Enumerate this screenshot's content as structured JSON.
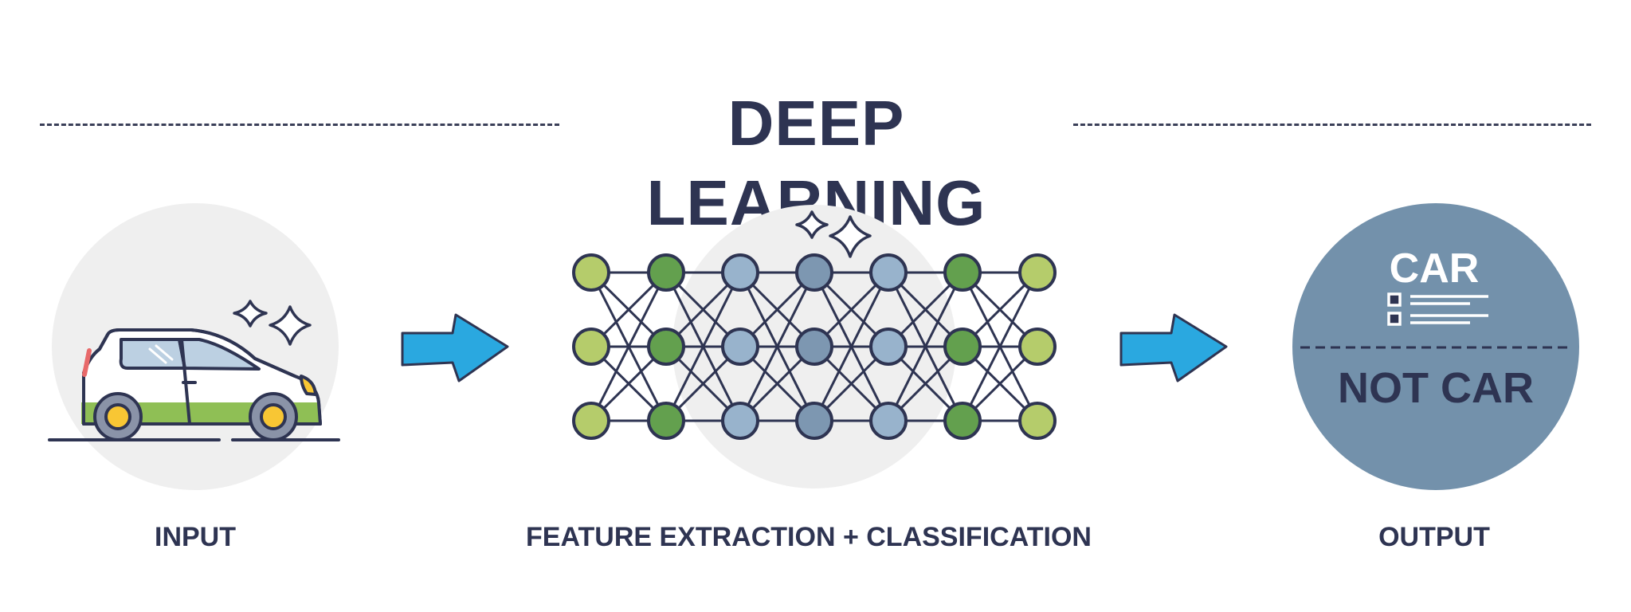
{
  "title": "DEEP LEARNING",
  "stages": {
    "input": "INPUT",
    "feature": "FEATURE EXTRACTION + CLASSIFICATION",
    "output": "OUTPUT"
  },
  "output_panel": {
    "positive": "CAR",
    "negative": "NOT CAR"
  },
  "icons": [
    "car-icon",
    "sparkle-icon",
    "arrow-right-icon",
    "neural-network-icon",
    "checklist-icon"
  ],
  "colors": {
    "ink": "#2e3452",
    "circle_bg": "#efefef",
    "output_bg": "#7391ab",
    "arrow": "#2aa8e0",
    "node_light_green": "#b5cc6b",
    "node_dark_green": "#63a04e",
    "node_light_blue": "#98b3cc",
    "node_slate": "#7d97b1",
    "car_body": "#ffffff",
    "car_window": "#bcd0e2",
    "car_stripe": "#8fbf55",
    "wheel": "#f8c634"
  }
}
